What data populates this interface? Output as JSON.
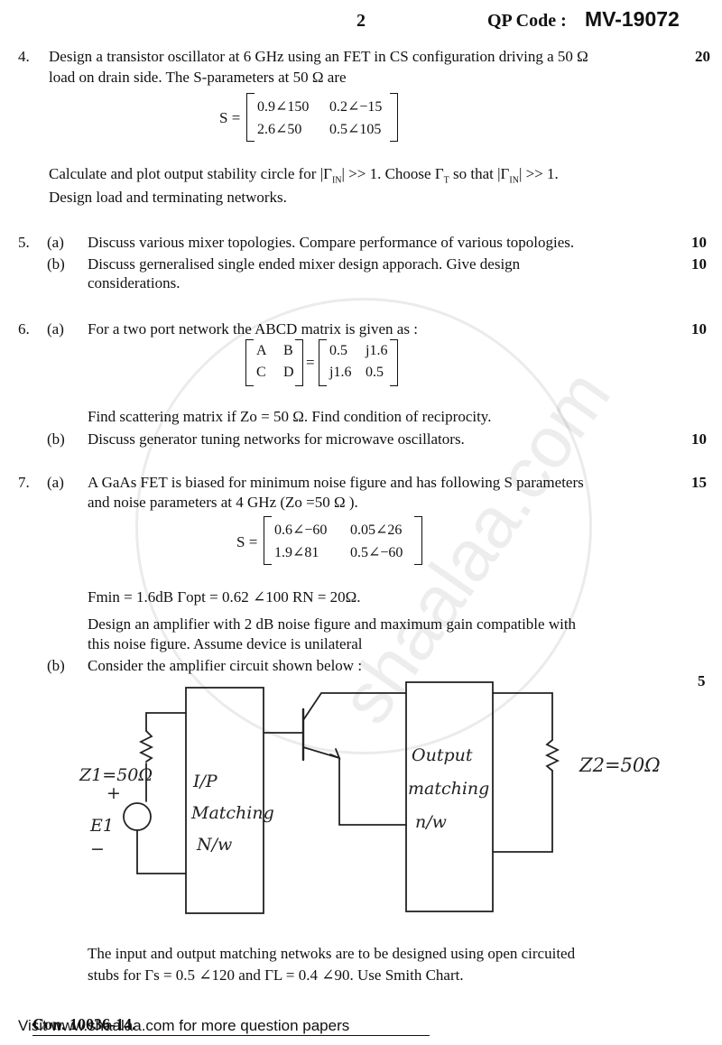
{
  "header": {
    "page_number": "2",
    "qp_code_label": "QP Code :",
    "qp_code_value": "MV-19072"
  },
  "q4": {
    "number": "4.",
    "line1": "Design a transistor oscillator at 6 GHz using an FET in CS configuration driving a 50 Ω",
    "line2": "load on drain side. The S-parameters at 50 Ω are",
    "matrix_label": "S =",
    "matrix": [
      [
        "0.9∠150",
        "0.2∠−15"
      ],
      [
        "2.6∠50",
        "0.5∠105"
      ]
    ],
    "line3a": "Calculate and plot output stability circle for |Γ",
    "line3b": "IN",
    "line3c": "| >> 1. Choose Γ",
    "line3d": "T",
    "line3e": " so that |Γ",
    "line3f": "IN",
    "line3g": "| >> 1.",
    "line4": "Design load and terminating networks.",
    "marks": "20"
  },
  "q5": {
    "number": "5.",
    "a_label": "(a)",
    "a_text": "Discuss various mixer topologies. Compare performance of various topologies.",
    "a_marks": "10",
    "b_label": "(b)",
    "b_text1": "Discuss gerneralised single ended mixer design apporach. Give design",
    "b_text2": "considerations.",
    "b_marks": "10"
  },
  "q6": {
    "number": "6.",
    "a_label": "(a)",
    "a_text": "For a two port network the ABCD matrix is given as :",
    "a_marks": "10",
    "abcd_left": [
      [
        "A",
        "B"
      ],
      [
        "C",
        "D"
      ]
    ],
    "abcd_eq": "=",
    "abcd_right": [
      [
        "0.5",
        "j1.6"
      ],
      [
        "j1.6",
        "0.5"
      ]
    ],
    "a_text2": "Find scattering matrix if Zo = 50 Ω. Find condition of reciprocity.",
    "b_label": "(b)",
    "b_text": "Discuss generator tuning networks for microwave oscillators.",
    "b_marks": "10"
  },
  "q7": {
    "number": "7.",
    "a_label": "(a)",
    "a_text1": "A GaAs FET is biased for minimum noise figure and has following S parameters",
    "a_text2": "and noise parameters at 4 GHz (Zo =50 Ω ).",
    "a_marks": "15",
    "matrix_label": "S =",
    "matrix": [
      [
        "0.6∠−60",
        "0.05∠26"
      ],
      [
        "1.9∠81",
        "0.5∠−60"
      ]
    ],
    "noise_line": "Fmin = 1.6dB   Γopt = 0.62 ∠100   RN = 20Ω.",
    "a_text3": "Design an amplifier with 2 dB noise figure and maximum gain compatible with",
    "a_text4": "this noise figure. Assume device is unilateral",
    "b_label": "(b)",
    "b_text": "Consider the amplifier circuit shown below :",
    "b_marks": "5",
    "circuit": {
      "z1_label": "Z1=50Ω",
      "plus": "+",
      "source_label": "E1",
      "minus": "−",
      "input_box": [
        "I/P",
        "Matching",
        "N/w"
      ],
      "output_box": [
        "Output",
        "matching",
        "n/w"
      ],
      "z2_label": "Z2=50Ω"
    },
    "b_text2": "The input and output matching netwoks are to be designed using open circuited",
    "b_text3": "stubs for Γs = 0.5 ∠120 and ΓL = 0.4 ∠90. Use Smith Chart."
  },
  "footer": {
    "con_code": "Con. 10036-14.",
    "visit_text": "Visit www.shaalaa.com for more question papers"
  },
  "watermark": "shaalaa.com"
}
